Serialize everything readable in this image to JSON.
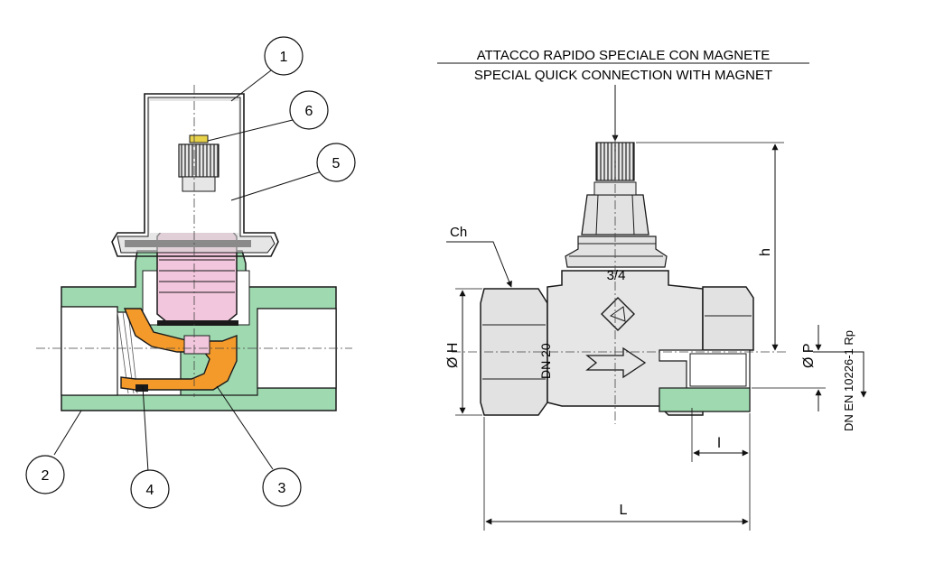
{
  "callouts": {
    "c1": "1",
    "c2": "2",
    "c3": "3",
    "c4": "4",
    "c5": "5",
    "c6": "6"
  },
  "header": {
    "line1": "ATTACCO RAPIDO SPECIALE CON MAGNETE",
    "line2": "SPECIAL QUICK CONNECTION WITH MAGNET"
  },
  "dimensions": {
    "ch": "Ch",
    "h": "h",
    "oh": "Ø H",
    "op": "Ø P",
    "l_small": "l",
    "l_big": "L",
    "thread_std": "DN EN 10226-1 Rp"
  },
  "body_marks": {
    "size": "3/4",
    "dn": "DN 20"
  },
  "colors": {
    "green": "#9fd9b0",
    "green_dark": "#6fbf86",
    "pink": "#f2c6dc",
    "orange": "#f39a2a",
    "gray": "#d6d6d6",
    "black": "#1a1a1a"
  }
}
